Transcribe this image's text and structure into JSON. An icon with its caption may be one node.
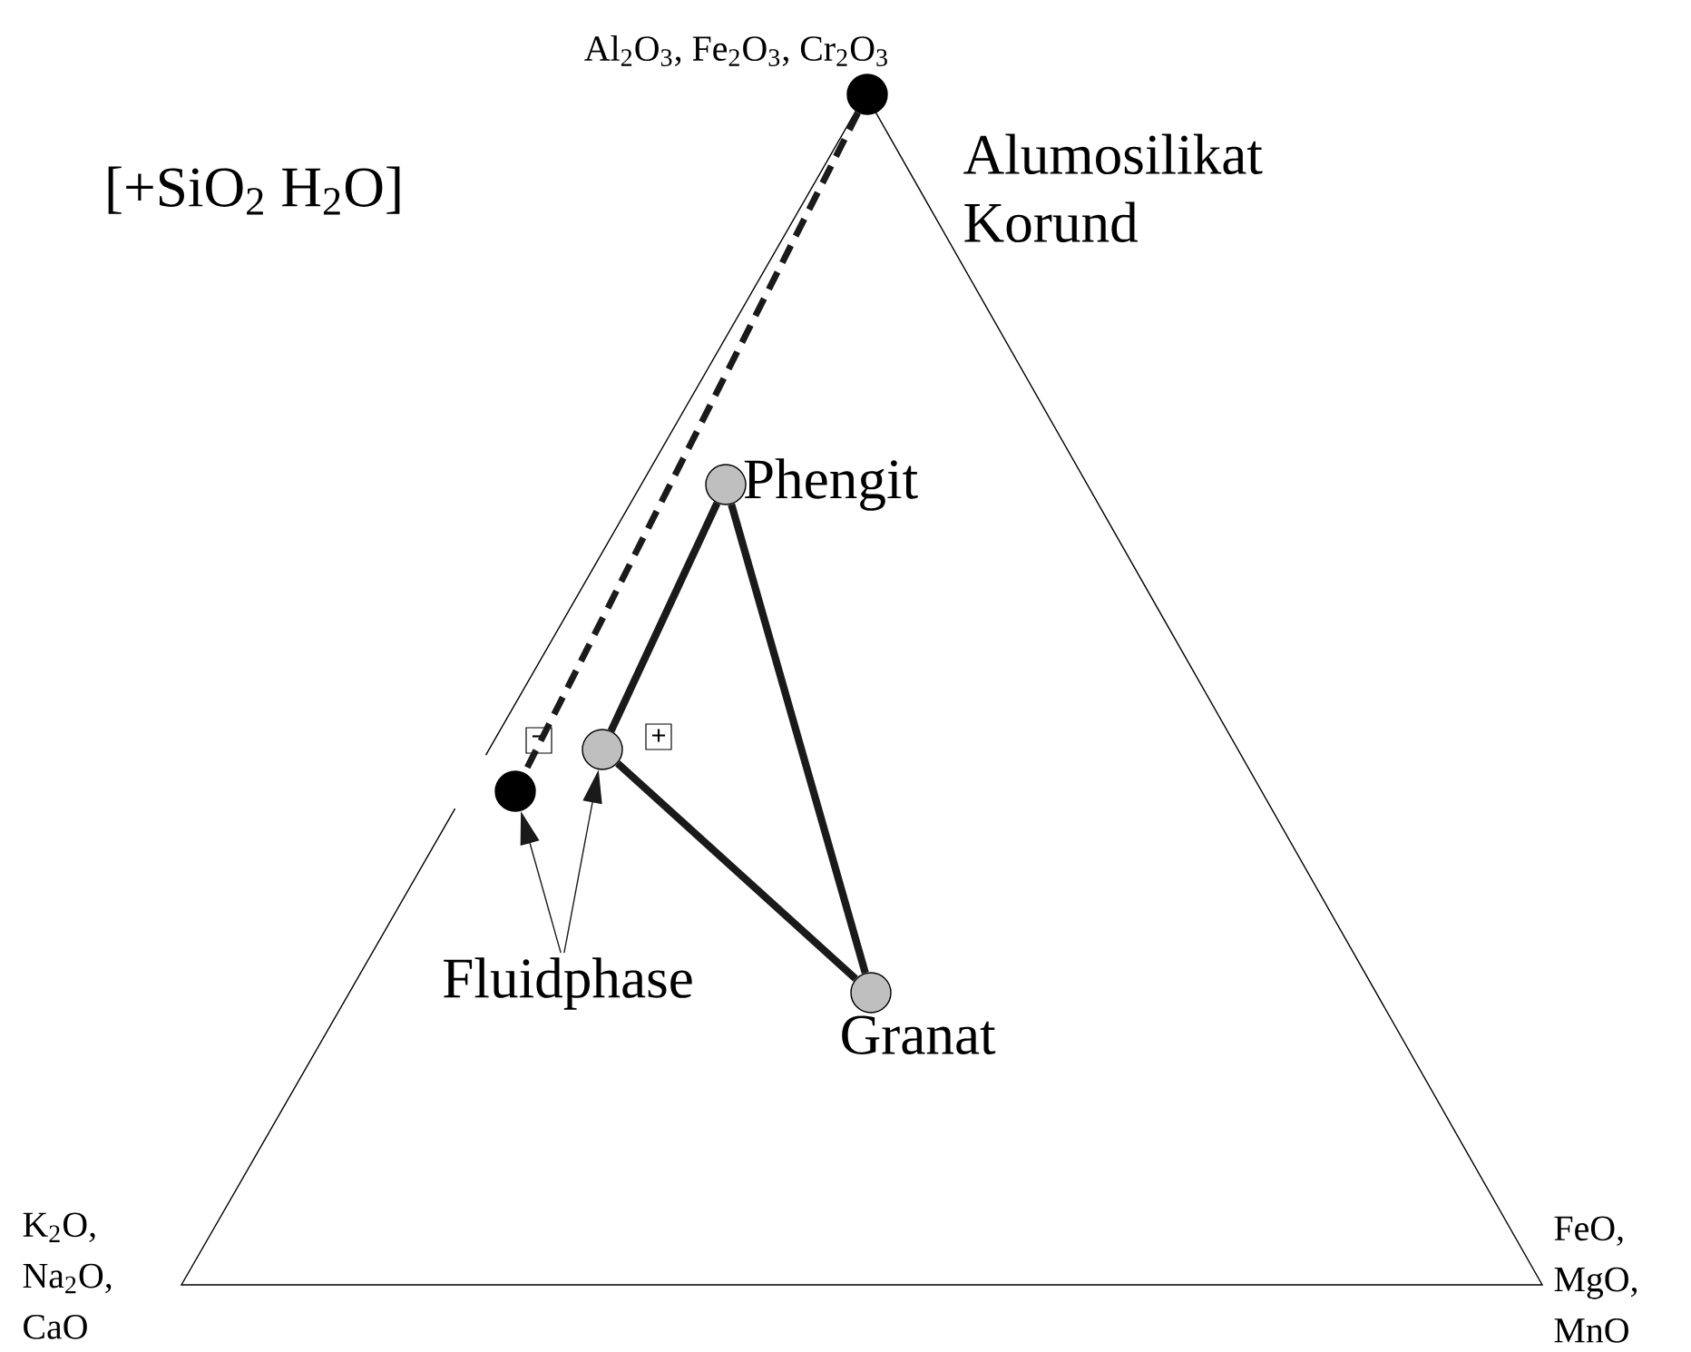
{
  "diagram": {
    "nodes": [
      {
        "text": [
          "Alumosilikat Korund"
        ]
      },
      {
        "text": [
          "Phengit"
        ]
      },
      {
        "text": [],
        "shape": "circle",
        "beside": [
          "−"
        ]
      },
      {
        "text": [],
        "shape": "circle",
        "beside": [
          "+"
        ]
      },
      {
        "text": [
          "Granat"
        ]
      },
      {
        "text": [
          "Fluidphase"
        ]
      }
    ],
    "edges": [
      {
        "from": 0,
        "to": 2,
        "arrow": "none",
        "style": "dashed"
      },
      {
        "from": 1,
        "to": 3,
        "arrow": "none"
      },
      {
        "from": 3,
        "to": 4,
        "arrow": "none"
      },
      {
        "from": 1,
        "to": 4,
        "arrow": "none"
      },
      {
        "from": 5,
        "to": 2,
        "arrow": "to"
      },
      {
        "from": 5,
        "to": 3,
        "arrow": "to"
      }
    ],
    "labels": [
      "[+SiO$_{2}$ H$_{2}$O]",
      "Al$_{2}$O$_{3}$, Fe$_{2}$O$_{3}$, Cr$_{2}$O$_{3}$",
      "K$_{2}$O, Na$_{2}$O, CaO",
      "FeO, MgO, MnO"
    ]
  }
}
